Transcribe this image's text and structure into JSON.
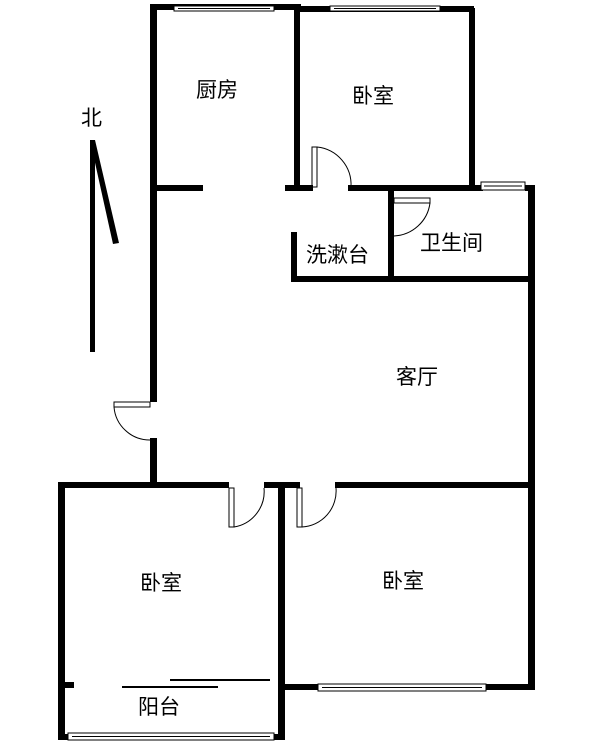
{
  "rooms": {
    "kitchen": "厨房",
    "bedroom_north": "卧室",
    "washbasin": "洗漱台",
    "bathroom": "卫生间",
    "living_room": "客厅",
    "bedroom_southwest": "卧室",
    "bedroom_southeast": "卧室",
    "balcony": "阳台"
  },
  "compass": {
    "north_label": "北"
  },
  "colors": {
    "wall": "#000000",
    "background": "#ffffff"
  }
}
